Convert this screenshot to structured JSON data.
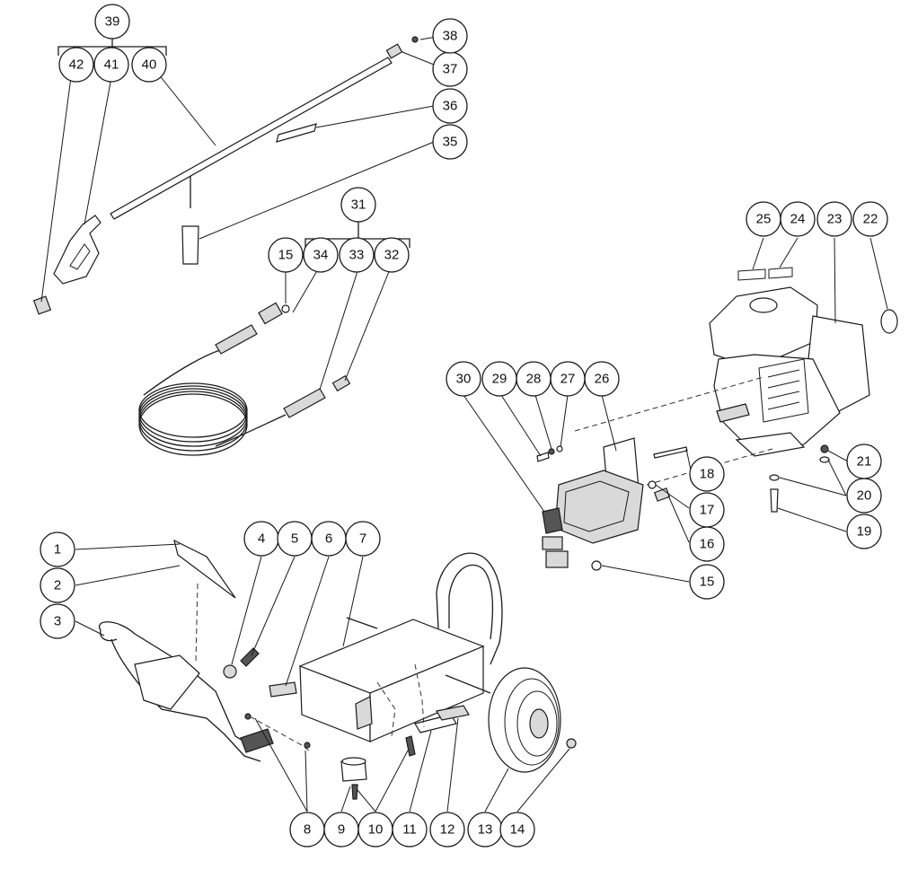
{
  "callouts": [
    "1",
    "2",
    "3",
    "4",
    "5",
    "6",
    "7",
    "8",
    "9",
    "10",
    "11",
    "12",
    "13",
    "14",
    "15",
    "16",
    "17",
    "18",
    "19",
    "20",
    "21",
    "22",
    "23",
    "24",
    "25",
    "26",
    "27",
    "28",
    "29",
    "30",
    "31",
    "32",
    "33",
    "34",
    "35",
    "36",
    "37",
    "38",
    "39",
    "40",
    "41",
    "42"
  ],
  "callout_15_second": "15",
  "colors": {
    "line": "#1a1a1a",
    "fill": "#ffffff",
    "shade": "#d9d9d9"
  }
}
